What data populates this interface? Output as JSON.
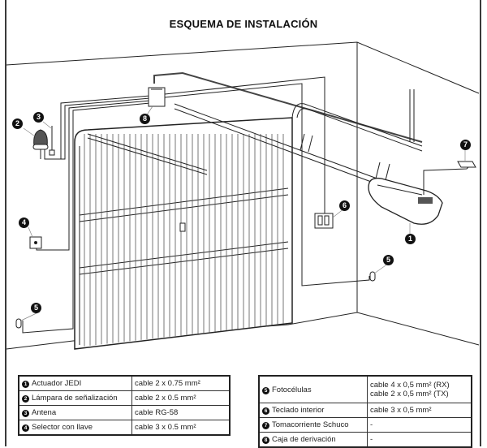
{
  "title": "ESQUEMA DE INSTALACIÓN",
  "callouts": {
    "c1": "1",
    "c2": "2",
    "c3": "3",
    "c4": "4",
    "c5a": "5",
    "c5b": "5",
    "c6": "6",
    "c7": "7",
    "c8": "8"
  },
  "legend_left": [
    {
      "num": "1",
      "component": "Actuador JEDI",
      "cable": "cable 2 x 0.75 mm²"
    },
    {
      "num": "2",
      "component": "Lámpara de señalización",
      "cable": "cable 2 x 0.5 mm²"
    },
    {
      "num": "3",
      "component": "Antena",
      "cable": "cable RG-58"
    },
    {
      "num": "4",
      "component": "Selector con llave",
      "cable": "cable 3 x 0.5 mm²"
    }
  ],
  "legend_right": [
    {
      "num": "5",
      "component": "Fotocélulas",
      "cable": "cable 4 x 0,5 mm² (RX)",
      "cable2": "cable 2 x 0,5 mm² (TX)"
    },
    {
      "num": "6",
      "component": "Teclado interior",
      "cable": "cable 3 x 0,5 mm²"
    },
    {
      "num": "7",
      "component": "Tomacorriente Schuco",
      "cable": "-"
    },
    {
      "num": "8",
      "component": "Caja de derivación",
      "cable": "-"
    }
  ]
}
